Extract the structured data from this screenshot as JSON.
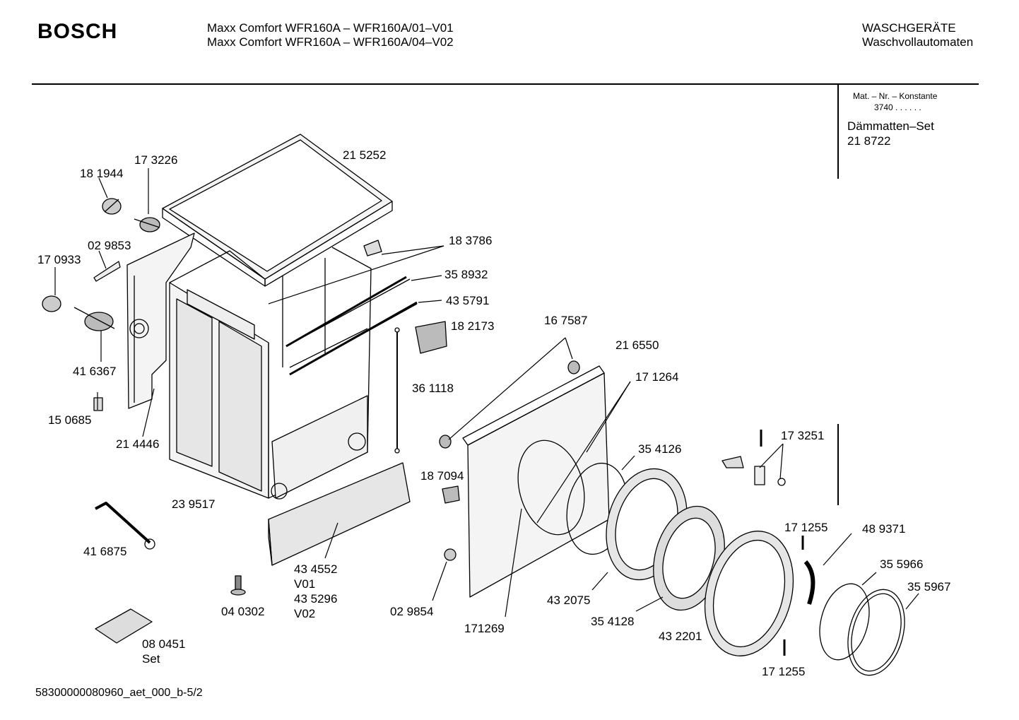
{
  "header": {
    "brand": "BOSCH",
    "title_line1": "Maxx Comfort WFR160A – WFR160A/01–V01",
    "title_line2": "Maxx Comfort WFR160A – WFR160A/04–V02",
    "category": "WASCHGERÄTE",
    "subcategory": "Waschvollautomaten"
  },
  "side_panel": {
    "mat_label": "Mat. – Nr. – Konstante",
    "mat_value": "3740  .  .  .  .  .  .",
    "set_name": "Dämmatten–Set",
    "set_number": "21 8722"
  },
  "part_labels": [
    {
      "id": "p1",
      "text": "18 1944"
    },
    {
      "id": "p2",
      "text": "17 3226"
    },
    {
      "id": "p3",
      "text": "21 5252"
    },
    {
      "id": "p4",
      "text": "02 9853"
    },
    {
      "id": "p5",
      "text": "17 0933"
    },
    {
      "id": "p6",
      "text": "18 3786"
    },
    {
      "id": "p7",
      "text": "35 8932"
    },
    {
      "id": "p8",
      "text": "43 5791"
    },
    {
      "id": "p9",
      "text": "18 2173"
    },
    {
      "id": "p10",
      "text": "41 6367"
    },
    {
      "id": "p11",
      "text": "16 7587"
    },
    {
      "id": "p12",
      "text": "21 6550"
    },
    {
      "id": "p13",
      "text": "36 1118"
    },
    {
      "id": "p14",
      "text": "17 1264"
    },
    {
      "id": "p15",
      "text": "15 0685"
    },
    {
      "id": "p16",
      "text": "21 4446"
    },
    {
      "id": "p17",
      "text": "17 3251"
    },
    {
      "id": "p18",
      "text": "35 4126"
    },
    {
      "id": "p19",
      "text": "18 7094"
    },
    {
      "id": "p20",
      "text": "23 9517"
    },
    {
      "id": "p21",
      "text": "41 6875"
    },
    {
      "id": "p22",
      "text": "17 1255"
    },
    {
      "id": "p23",
      "text": "48 9371"
    },
    {
      "id": "p24",
      "text": "35 5966"
    },
    {
      "id": "p25",
      "text": "43 4552"
    },
    {
      "id": "p26",
      "text": "V01"
    },
    {
      "id": "p27",
      "text": "43 5296"
    },
    {
      "id": "p28",
      "text": "V02"
    },
    {
      "id": "p29",
      "text": "35 5967"
    },
    {
      "id": "p30",
      "text": "43 2075"
    },
    {
      "id": "p31",
      "text": "04 0302"
    },
    {
      "id": "p32",
      "text": "02 9854"
    },
    {
      "id": "p33",
      "text": "35 4128"
    },
    {
      "id": "p34",
      "text": "171269"
    },
    {
      "id": "p35",
      "text": "43 2201"
    },
    {
      "id": "p36",
      "text": "08 0451"
    },
    {
      "id": "p37",
      "text": "Set"
    },
    {
      "id": "p38",
      "text": "17 1255"
    }
  ],
  "footer": {
    "doc_id": "58300000080960_aet_000_b-5/2"
  }
}
